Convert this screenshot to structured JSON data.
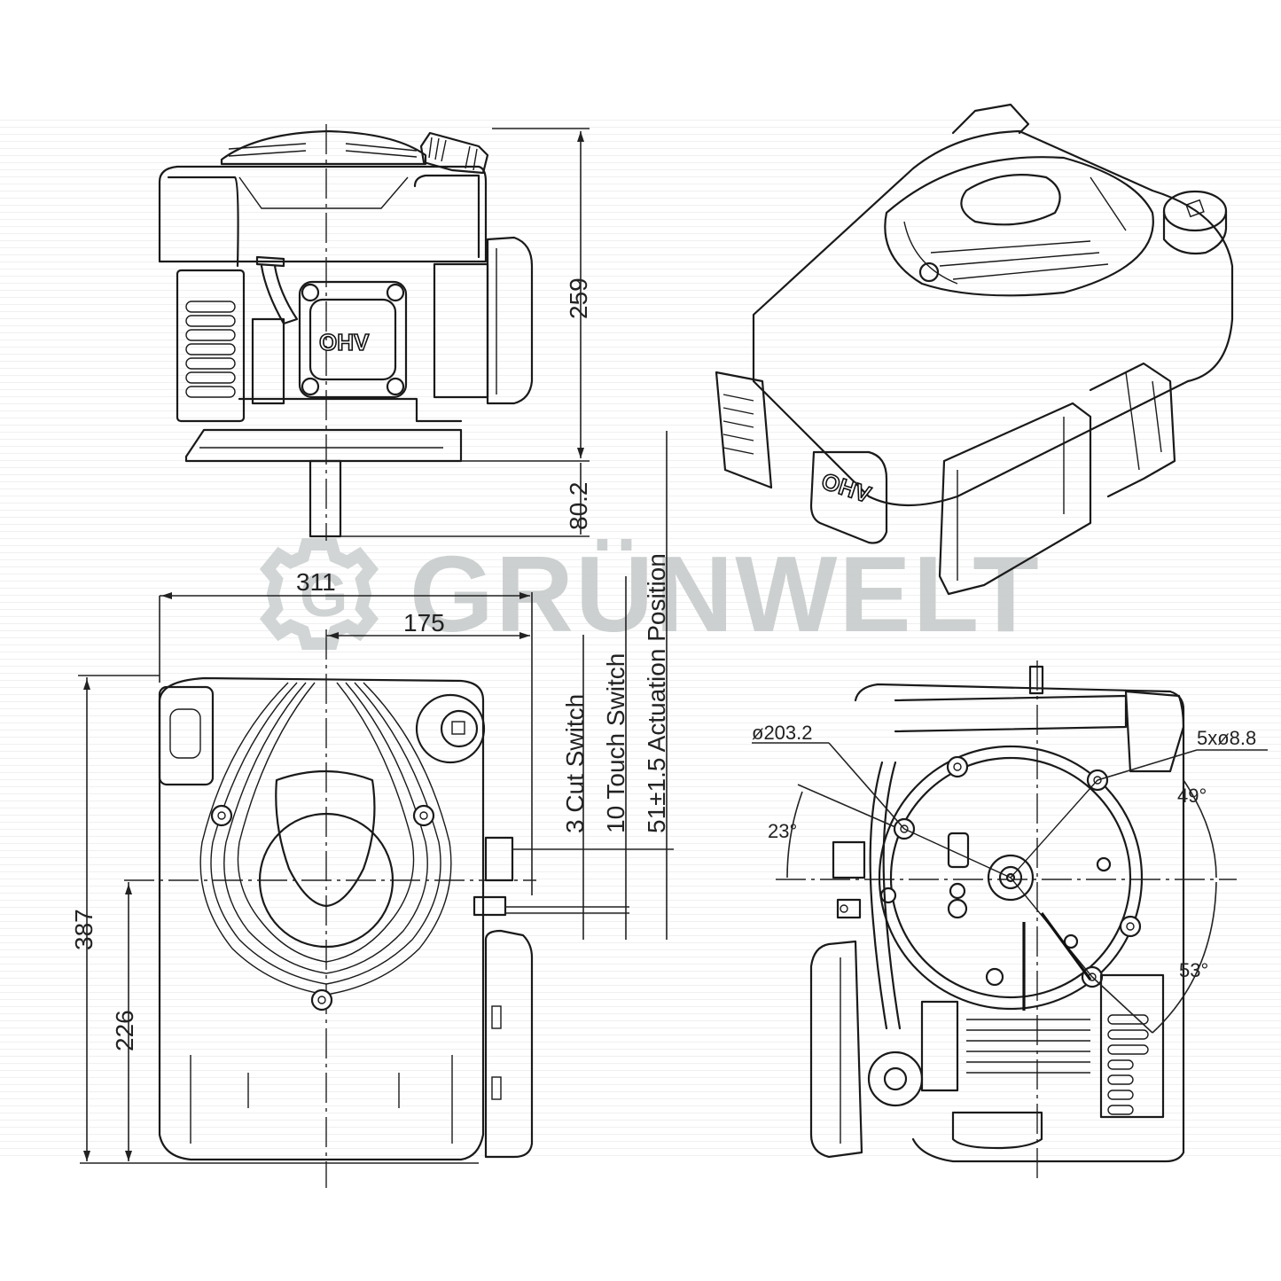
{
  "watermark": {
    "brand": "GRÜNWELT",
    "logo_letter": "G",
    "color": "#c9cdcd"
  },
  "views": {
    "front": {
      "label_plate": "OHV",
      "dimensions": {
        "height": "259",
        "shaft_length": "80.2"
      }
    },
    "isometric": {
      "label_plate": "OHV"
    },
    "top": {
      "dimensions": {
        "overall_width": "311",
        "center_to_edge": "175",
        "overall_depth": "387",
        "center_to_bottom": "226"
      },
      "switch_callouts": [
        "3 Cut Switch",
        "10 Touch Switch",
        "51±1.5 Actuation Position"
      ]
    },
    "bottom": {
      "dimensions": {
        "bolt_circle": "ø203.2",
        "bolt_holes": "5xø8.8",
        "angle_left": "23°",
        "angle_upper_right": "49°",
        "angle_lower_right": "53°"
      }
    }
  }
}
